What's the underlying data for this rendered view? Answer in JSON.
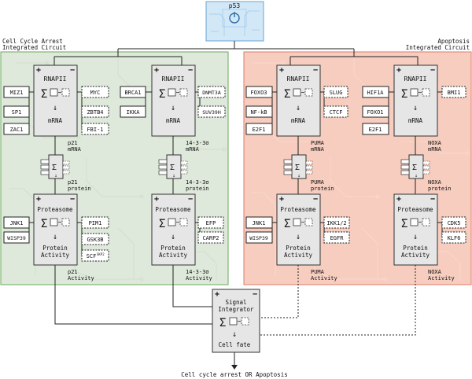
{
  "top_node": {
    "label": "p53"
  },
  "panels": {
    "left": {
      "title_line1": "Cell Cycle Arrest",
      "title_line2": "Integrated Circuit",
      "bg": "#dfe9db",
      "border": "#6aaa5a",
      "trace": "#c7d8c1"
    },
    "right": {
      "title_line1": "Apoptosis",
      "title_line2": "Integrated Circuit",
      "bg": "#f6cdbf",
      "border": "#e07a6a",
      "trace": "#f8ddd3"
    }
  },
  "chip": {
    "rnapii": "RNAPII",
    "mrna": "mRNA",
    "proteasome": "Proteasome",
    "activity_line1": "Protein",
    "activity_line2": "Activity",
    "plus": "+",
    "minus": "−",
    "sigma": "Σ",
    "arrow": "↓"
  },
  "p21": {
    "tx_left": [
      "MIZ1",
      "SP1",
      "ZAC1"
    ],
    "tx_right": [
      "MYC",
      "ZBTB4",
      "FBI-1"
    ],
    "mrna_label": "p21",
    "mrna_label2": "mRNA",
    "prot_label": "p21",
    "prot_label2": "protein",
    "deg_left": [
      "JNK1",
      "WISP39"
    ],
    "deg_right": [
      "PIM1",
      "GSK3B",
      "SCF"
    ],
    "scf_sup": "SKP2",
    "act_label": "p21",
    "act_label2": "Activity"
  },
  "s1433": {
    "tx_left": [
      "BRCA1",
      "IKKA"
    ],
    "tx_right": [
      "DNMT3A",
      "SUV39H"
    ],
    "mrna_label": "14-3-3σ",
    "mrna_label2": "mRNA",
    "prot_label": "14-3-3σ",
    "prot_label2": "protein",
    "deg_right": [
      "EFP",
      "CARP2"
    ],
    "act_label": "14-3-3σ",
    "act_label2": "Activity"
  },
  "puma": {
    "tx_left": [
      "FOXO3",
      "NF-kB",
      "E2F1"
    ],
    "tx_right": [
      "SLUG",
      "CTCF"
    ],
    "mrna_label": "PUMA",
    "mrna_label2": "mRNA",
    "prot_label": "PUMA",
    "prot_label2": "protein",
    "deg_left": [
      "JNK1",
      "WISP39"
    ],
    "deg_right": [
      "IKK1/2",
      "EGFR"
    ],
    "act_label": "PUMA",
    "act_label2": "Activity"
  },
  "noxa": {
    "tx_left": [
      "HIF1A",
      "FOXO1",
      "E2F1"
    ],
    "tx_right": [
      "BMI1"
    ],
    "mrna_label": "NOXA",
    "mrna_label2": "mRNA",
    "prot_label": "NOXA",
    "prot_label2": "protein",
    "deg_right": [
      "CDK5",
      "KLF6"
    ],
    "act_label": "NOXA",
    "act_label2": "Activity"
  },
  "integrator": {
    "line1": "Signal",
    "line2": "Integrator",
    "output": "Cell fate"
  },
  "final": {
    "label": "Cell cycle arrest OR Apoptosis"
  },
  "colors": {
    "chip_fill": "#e6e6e6",
    "chip_stroke": "#333333",
    "box_stroke": "#222222",
    "p53_bg": "#d2e8f7",
    "p53_stroke": "#6aa6d6"
  }
}
